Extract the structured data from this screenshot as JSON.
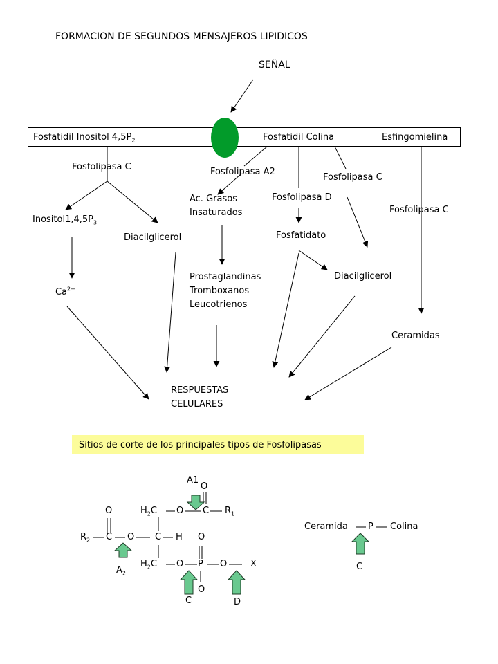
{
  "title": "FORMACION DE SEGUNDOS MENSAJEROS LIPIDICOS",
  "signal": "SEÑAL",
  "membrane": {
    "phosphatidylinositol": "Fosfatidil Inositol 4,5P",
    "phosphatidylinositol_sub": "2",
    "phosphatidylcholine": "Fosfatidil Colina",
    "sphingomyelin": "Esfingomielina"
  },
  "pathway": {
    "plc_left": "Fosfolipasa C",
    "pla2": "Fosfolipasa A2",
    "plc_middle": "Fosfolipasa C",
    "pld": "Fosfolipasa D",
    "plc_right": "Fosfolipasa C",
    "ip3": "Inositol1,4,5P",
    "ip3_sub": "3",
    "dag_left": "Diacilglicerol",
    "fatty_acids": "Ac. Grasos\nInsaturados",
    "phosphatidate": "Fosfatidato",
    "calcium": "Ca",
    "calcium_sup": "2+",
    "eicosanoids": "Prostaglandinas\nTromboxanos\nLeucotrienos",
    "dag_right": "Diacilglicerol",
    "ceramides": "Ceramidas",
    "responses": "RESPUESTAS\nCELULARES"
  },
  "banner": "Sitios de corte de los principales tipos de Fosfolipasas",
  "molecule": {
    "a1": "A1",
    "a2": "A",
    "a2_sub": "2",
    "c": "C",
    "d": "D",
    "o_top": "O",
    "o_left": "O",
    "o_phos_top": "O",
    "o_phos_bottom": "O",
    "h2c_top": "H",
    "h2c_bottom": "H",
    "sub_two": "2",
    "sub_one": "1",
    "c_top": "C",
    "c_mid": "C",
    "c_bottom": "C",
    "c_ester_left": "C",
    "c_ester_top": "C",
    "o_ester_top": "O",
    "o_ester_left": "O",
    "o_bottom": "O",
    "o_bridge": "O",
    "p": "P",
    "r1": "R",
    "r2": "R",
    "h_mid": "H",
    "x": "X"
  },
  "sphingo": {
    "ceramide": "Ceramida",
    "p": "P",
    "choline": "Colina",
    "cut": "C"
  },
  "colors": {
    "channel": "#029b2a",
    "cut_arrow": "#69c98f",
    "banner": "#fcfc9a"
  }
}
